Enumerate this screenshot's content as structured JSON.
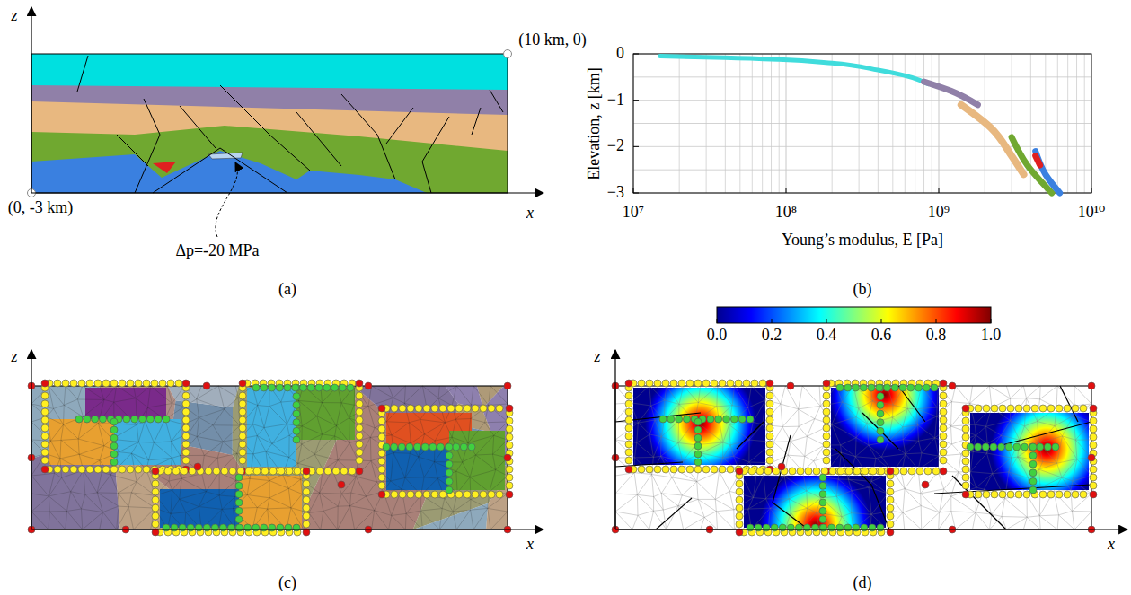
{
  "diagram": {
    "labels": [
      "z",
      "(10 km, 0)",
      "(0, -3 km)",
      "x",
      "Δp=-20 MPa",
      "(a)",
      "0",
      "−1",
      "−2",
      "−3",
      "Elevation, z [km]",
      "10⁷",
      "10⁸",
      "10⁹",
      "10¹⁰",
      "Young’s modulus, E [Pa]",
      "(b)",
      "z",
      "x",
      "(c)",
      "z",
      "x",
      "0.0",
      "0.2",
      "0.4",
      "0.6",
      "0.8",
      "1.0",
      "(d)"
    ]
  }
}
